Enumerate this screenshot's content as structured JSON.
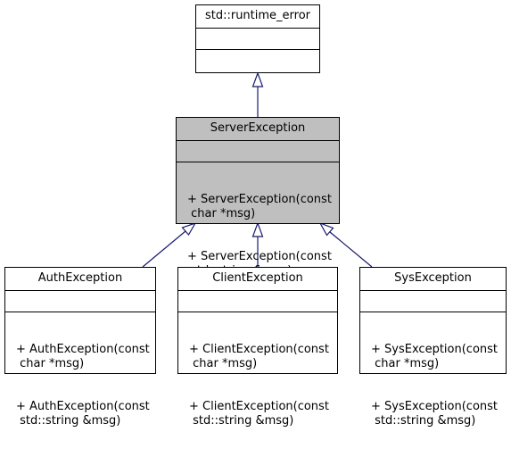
{
  "diagram": {
    "classes": {
      "runtime_error": {
        "name": "std::runtime_error",
        "operations": []
      },
      "server": {
        "name": "ServerException",
        "operations": [
          "+ ServerException(const\n char *msg)",
          "+ ServerException(const\n std::string &msg)"
        ]
      },
      "auth": {
        "name": "AuthException",
        "operations": [
          "+ AuthException(const\n char *msg)",
          "+ AuthException(const\n std::string &msg)"
        ]
      },
      "client": {
        "name": "ClientException",
        "operations": [
          "+ ClientException(const\n char *msg)",
          "+ ClientException(const\n std::string &msg)"
        ]
      },
      "sys": {
        "name": "SysException",
        "operations": [
          "+ SysException(const\n char *msg)",
          "+ SysException(const\n std::string &msg)"
        ]
      }
    },
    "colors": {
      "edge": "#191970",
      "highlight_fill": "#bfbfbf"
    }
  }
}
